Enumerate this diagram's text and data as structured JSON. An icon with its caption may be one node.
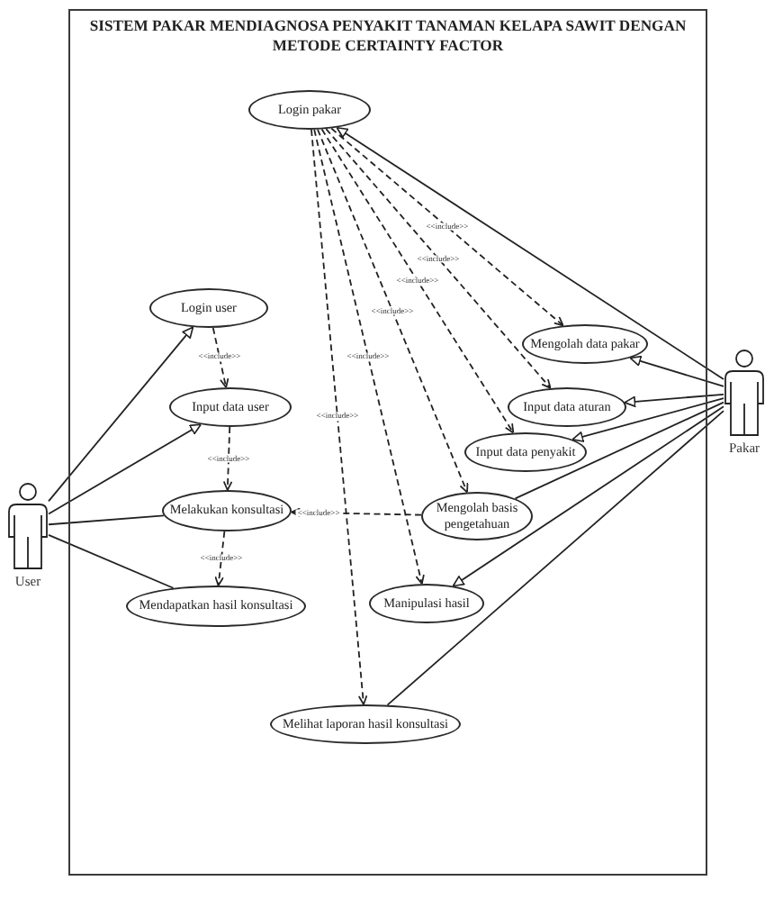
{
  "diagram": {
    "nodes": [
      {
        "text": [
          "SISTEM PAKAR MENDIAGNOSA PENYAKIT TANAMAN KELAPA SAWIT DENGAN METODE CERTAINTY FACTOR"
        ]
      },
      {
        "text": [
          "Login pakar"
        ],
        "in": 0
      },
      {
        "text": [
          "Login user"
        ],
        "in": 0
      },
      {
        "text": [
          "Mengolah data pakar"
        ],
        "in": 0
      },
      {
        "text": [
          "Input data user"
        ],
        "in": 0
      },
      {
        "text": [
          "Input data aturan"
        ],
        "in": 0
      },
      {
        "text": [
          "Input data penyakit"
        ],
        "in": 0
      },
      {
        "text": [
          "Melakukan konsultasi"
        ],
        "in": 0
      },
      {
        "text": [
          "Mengolah basis pengetahuan"
        ],
        "in": 0
      },
      {
        "text": [
          "Mendapatkan hasil konsultasi"
        ],
        "in": 0
      },
      {
        "text": [
          "Manipulasi hasil"
        ],
        "in": 0
      },
      {
        "text": [
          "Melihat laporan hasil konsultasi"
        ],
        "in": 0
      },
      {
        "text": [
          "User"
        ]
      },
      {
        "text": [
          "Pakar"
        ]
      }
    ],
    "edges": [
      {
        "from": 12,
        "to": 2,
        "arrow": "to"
      },
      {
        "from": 12,
        "to": 4,
        "arrow": "to"
      },
      {
        "from": 12,
        "to": 7,
        "arrow": "none"
      },
      {
        "from": 12,
        "to": 9,
        "arrow": "none"
      },
      {
        "from": 2,
        "to": 4,
        "arrow": "to",
        "label": "<<include>>",
        "style": "dashed"
      },
      {
        "from": 4,
        "to": 7,
        "arrow": "to",
        "label": "<<include>>",
        "style": "dashed"
      },
      {
        "from": 7,
        "to": 9,
        "arrow": "to",
        "label": "<<include>>",
        "style": "dashed"
      },
      {
        "from": 8,
        "to": 7,
        "arrow": "to",
        "label": "<<include>>",
        "style": "dashed"
      },
      {
        "from": 1,
        "to": 3,
        "arrow": "to",
        "label": "<<include>>",
        "style": "dashed"
      },
      {
        "from": 1,
        "to": 5,
        "arrow": "to",
        "label": "<<include>>",
        "style": "dashed"
      },
      {
        "from": 1,
        "to": 6,
        "arrow": "to",
        "label": "<<include>>",
        "style": "dashed"
      },
      {
        "from": 1,
        "to": 8,
        "arrow": "to",
        "label": "<<include>>",
        "style": "dashed"
      },
      {
        "from": 1,
        "to": 10,
        "arrow": "to",
        "label": "<<include>>",
        "style": "dashed"
      },
      {
        "from": 1,
        "to": 11,
        "arrow": "to",
        "label": "<<include>>",
        "style": "dashed"
      },
      {
        "from": 13,
        "to": 1,
        "arrow": "to"
      },
      {
        "from": 13,
        "to": 3,
        "arrow": "to"
      },
      {
        "from": 13,
        "to": 5,
        "arrow": "to"
      },
      {
        "from": 13,
        "to": 6,
        "arrow": "to"
      },
      {
        "from": 13,
        "to": 8,
        "arrow": "none"
      },
      {
        "from": 13,
        "to": 10,
        "arrow": "to"
      },
      {
        "from": 13,
        "to": 11,
        "arrow": "none"
      }
    ]
  }
}
